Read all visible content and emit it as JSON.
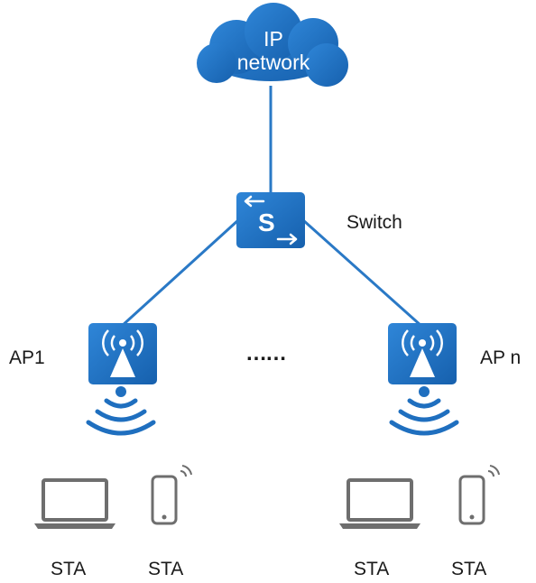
{
  "cloud": {
    "line1": "IP",
    "line2": "network"
  },
  "switch": {
    "label": "Switch",
    "glyph": "S"
  },
  "aps": [
    {
      "label": "AP1"
    },
    {
      "label": "AP n"
    }
  ],
  "ellipsis": "……",
  "stations": [
    {
      "label": "STA"
    },
    {
      "label": "STA"
    },
    {
      "label": "STA"
    },
    {
      "label": "STA"
    }
  ],
  "colors": {
    "device_blue": "#1f6fbf",
    "link_blue": "#2a79c6",
    "device_gray": "#6e6e6e"
  },
  "icons": [
    "cloud-icon",
    "switch-icon",
    "access-point-icon",
    "wifi-signal-icon",
    "laptop-icon",
    "phone-icon"
  ]
}
